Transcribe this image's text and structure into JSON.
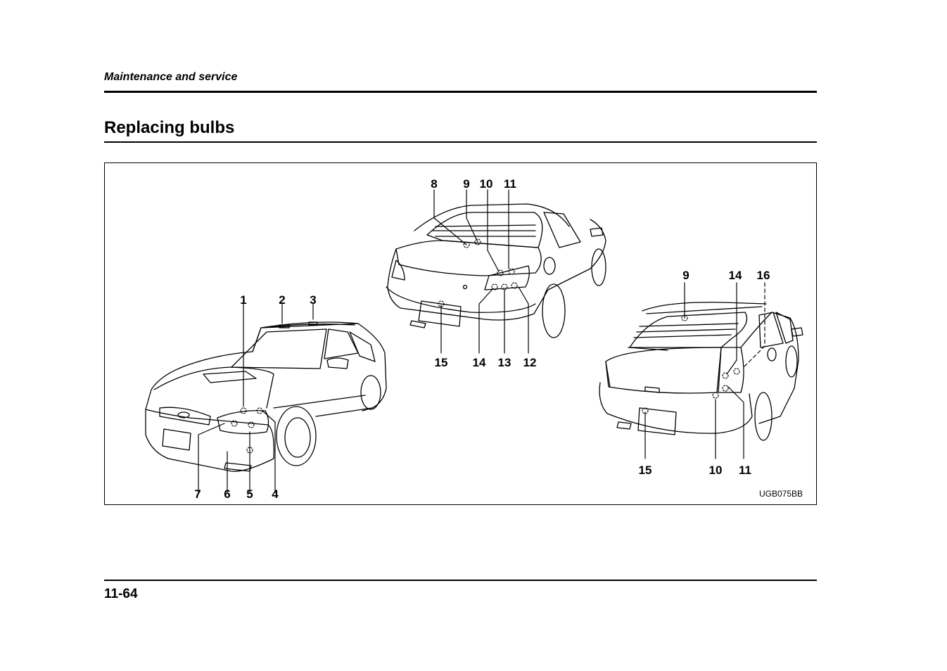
{
  "header": {
    "section": "Maintenance and service",
    "title": "Replacing bulbs"
  },
  "figure": {
    "code": "UGB075BB",
    "front_view_callouts": [
      "1",
      "2",
      "3",
      "4",
      "5",
      "6",
      "7"
    ],
    "sedan_rear_callouts": [
      "8",
      "9",
      "10",
      "11",
      "12",
      "13",
      "14",
      "15"
    ],
    "wagon_rear_callouts": [
      "9",
      "14",
      "16",
      "10",
      "11",
      "15"
    ]
  },
  "footer": {
    "page_number": "11-64"
  }
}
